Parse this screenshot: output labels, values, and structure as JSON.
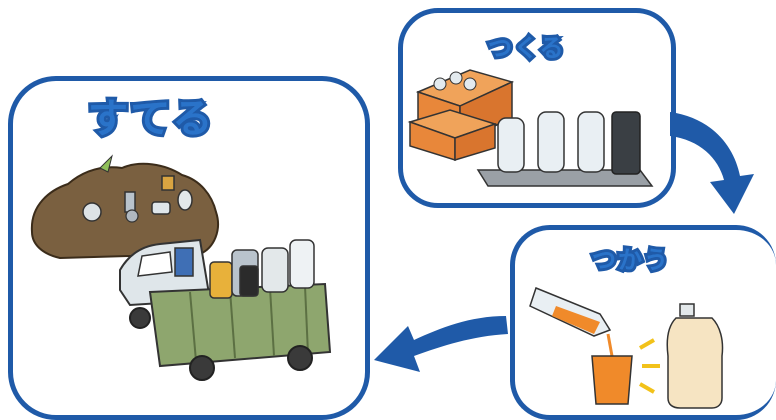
{
  "panels": {
    "suteru": {
      "title": "すてる"
    },
    "tsukuru": {
      "title": "つくる"
    },
    "tsukau": {
      "title": "つかう"
    }
  },
  "colors": {
    "border": "#1f5aa8",
    "arrow": "#1f5aa8",
    "title_fill": "#2a73c9",
    "garbage": "#7a6040",
    "truck": "#8ea66e",
    "box": "#e8873a",
    "juice": "#f08a2a"
  },
  "icons": [
    "garbage-pile",
    "garbage-truck",
    "cardboard-boxes",
    "pet-bottle",
    "conveyor-belt",
    "pouring-bottle",
    "juice-glass",
    "large-bottle",
    "flow-arrow"
  ]
}
